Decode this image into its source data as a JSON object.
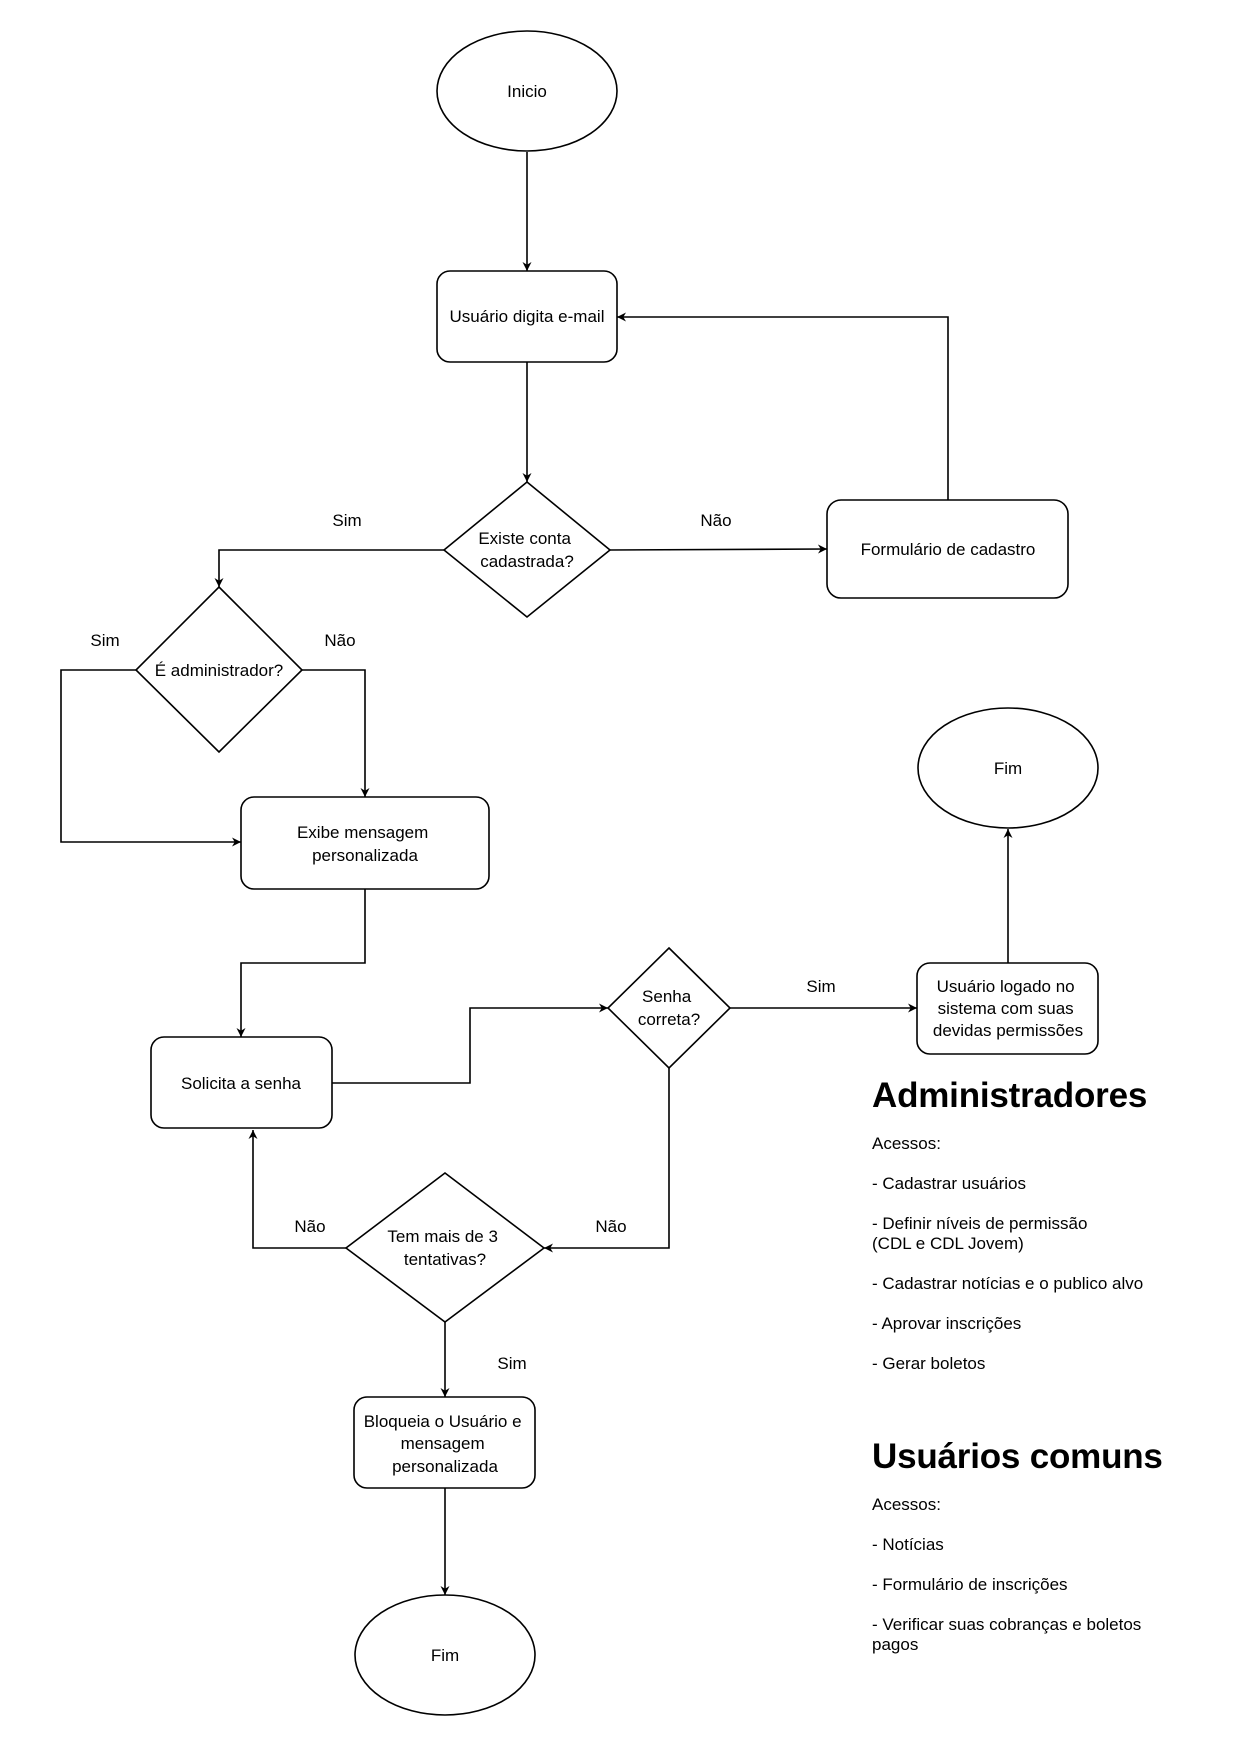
{
  "nodes": {
    "inicio": "Inicio",
    "digita_email": "Usuário digita e-mail",
    "existe_conta": [
      "Existe conta",
      "cadastrada?"
    ],
    "formulario": "Formulário de cadastro",
    "administrador": "É administrador?",
    "exibe_msg": [
      "Exibe mensagem",
      "personalizada"
    ],
    "solicita_senha": "Solicita a senha",
    "senha_correta": [
      "Senha",
      "correta?"
    ],
    "logado": [
      "Usuário logado no",
      "sistema com suas",
      "devidas permissões"
    ],
    "fim_top": "Fim",
    "tentativas": [
      "Tem mais de 3",
      "tentativas?"
    ],
    "bloqueia": [
      "Bloqueia o Usuário e",
      "mensagem",
      "personalizada"
    ],
    "fim_bottom": "Fim"
  },
  "edge_labels": {
    "existe_sim": "Sim",
    "existe_nao": "Não",
    "admin_sim": "Sim",
    "admin_nao": "Não",
    "senha_sim": "Sim",
    "senha_nao": "Não",
    "tentativas_nao": "Não",
    "tentativas_sim": "Sim"
  },
  "legend": {
    "admin": {
      "title": "Administradores",
      "subtitle": "Acessos:",
      "items": [
        [
          "- Cadastrar usuários"
        ],
        [
          "- Definir níveis de permissão",
          "(CDL e CDL Jovem)"
        ],
        [
          "- Cadastrar notícias e o publico alvo"
        ],
        [
          "- Aprovar inscrições"
        ],
        [
          "- Gerar boletos"
        ]
      ]
    },
    "common": {
      "title": "Usuários comuns",
      "subtitle": "Acessos:",
      "items": [
        [
          "- Notícias"
        ],
        [
          "- Formulário de inscrições"
        ],
        [
          "- Verificar suas cobranças e boletos",
          "pagos"
        ]
      ]
    }
  },
  "colors": {
    "stroke": "#000000",
    "fill": "#ffffff",
    "text": "#000000"
  }
}
